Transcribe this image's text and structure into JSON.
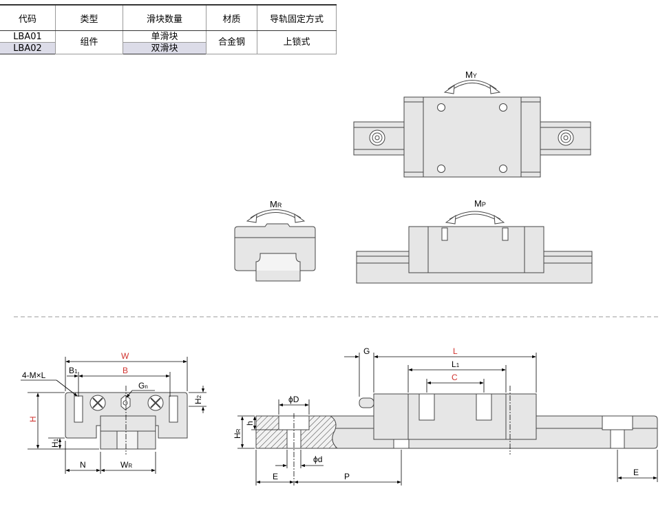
{
  "table": {
    "headers": [
      "代码",
      "类型",
      "滑块数量",
      "材质",
      "导轨固定方式"
    ],
    "rows": [
      {
        "code": "LBA01",
        "type": "组件",
        "qty": "单滑块",
        "material": "合金钢",
        "fixing": "上锁式"
      },
      {
        "code": "LBA02",
        "qty": "双滑块"
      }
    ]
  },
  "labels": {
    "my": "M",
    "my_sub": "Y",
    "mr": "M",
    "mr_sub": "R",
    "mp": "M",
    "mp_sub": "P",
    "w": "W",
    "b1": "B",
    "b1_sub": "1",
    "b": "B",
    "four_m_l": "4-M×L",
    "gn": "G",
    "gn_sub": "n",
    "h": "H",
    "h1": "H",
    "h1_sub": "1",
    "h2": "H",
    "h2_sub": "2",
    "n": "N",
    "wr": "W",
    "wr_sub": "R",
    "g": "G",
    "l": "L",
    "l1": "L",
    "l1_sub": "1",
    "c": "C",
    "phi_big_d": "ϕD",
    "phi_small_d": "ϕd",
    "hr": "H",
    "hr_sub": "R",
    "h_small": "h",
    "e_left": "E",
    "p": "P",
    "e_right": "E"
  },
  "colors": {
    "highlight_dimension": "#d0312d",
    "part_fill": "#e6e6e6",
    "table_shade": "#dcdce8"
  }
}
